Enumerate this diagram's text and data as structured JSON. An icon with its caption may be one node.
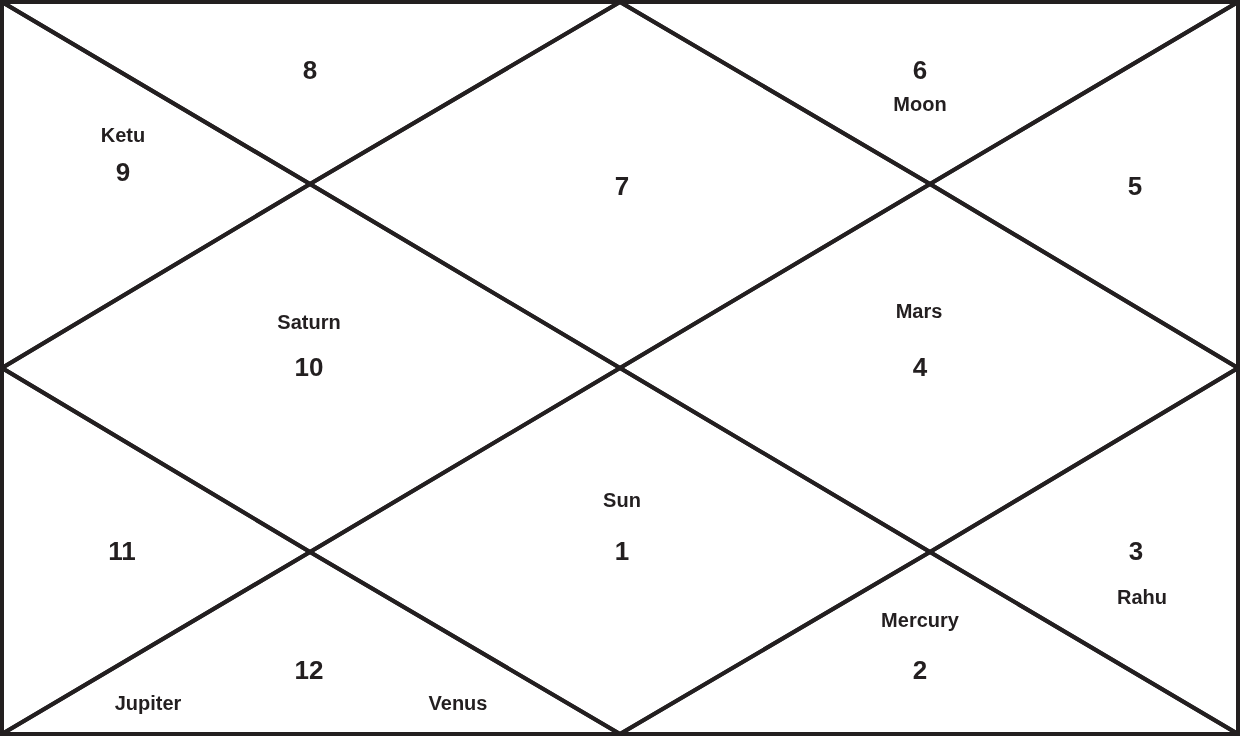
{
  "diagram": {
    "nodes": [
      {
        "text": [
          "8"
        ]
      },
      {
        "text": [
          "6",
          "Moon"
        ]
      },
      {
        "text": [
          "Ketu",
          "9"
        ]
      },
      {
        "text": [
          "7"
        ]
      },
      {
        "text": [
          "5"
        ]
      },
      {
        "text": [
          "Saturn",
          "10"
        ]
      },
      {
        "text": [
          "Mars",
          "4"
        ]
      },
      {
        "text": [
          "11"
        ]
      },
      {
        "text": [
          "Sun",
          "1"
        ]
      },
      {
        "text": [
          "3",
          "Rahu"
        ]
      },
      {
        "text": [
          "12",
          "Jupiter",
          "Venus"
        ]
      },
      {
        "text": [
          "Mercury",
          "2"
        ]
      }
    ]
  }
}
